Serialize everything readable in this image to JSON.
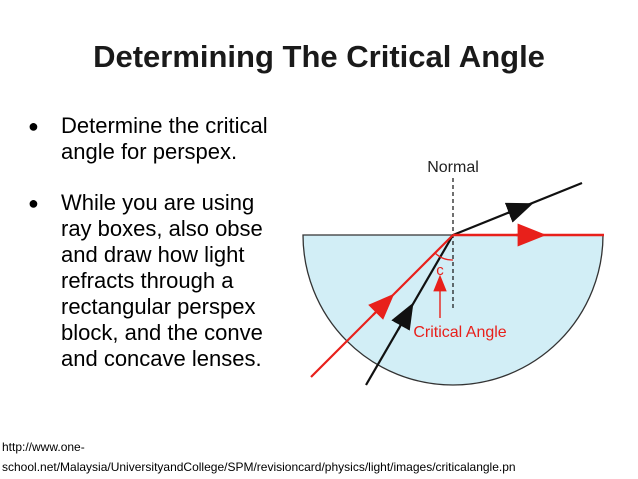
{
  "slide": {
    "title": "Determining The Critical Angle",
    "bullets": [
      {
        "lines": [
          "Determine the critical",
          "angle for perspex."
        ]
      },
      {
        "lines": [
          "While you are using",
          "ray boxes, also obse",
          "and draw how light",
          "refracts through a",
          "rectangular perspex",
          "block, and the conve",
          "and concave lenses."
        ]
      }
    ],
    "source": {
      "line1": "http://www.one-",
      "line2": "school.net/Malaysia/UniversityandCollege/SPM/revisioncard/physics/light/images/criticalangle.pn"
    }
  },
  "diagram": {
    "normal_label": "Normal",
    "angle_symbol": "c",
    "critical_angle_label": "Critical Angle",
    "colors": {
      "block_fill": "#d2eef6",
      "block_stroke": "#333333",
      "red_ray": "#e8201b",
      "black_ray": "#111111",
      "label_red": "#e8201b"
    }
  }
}
